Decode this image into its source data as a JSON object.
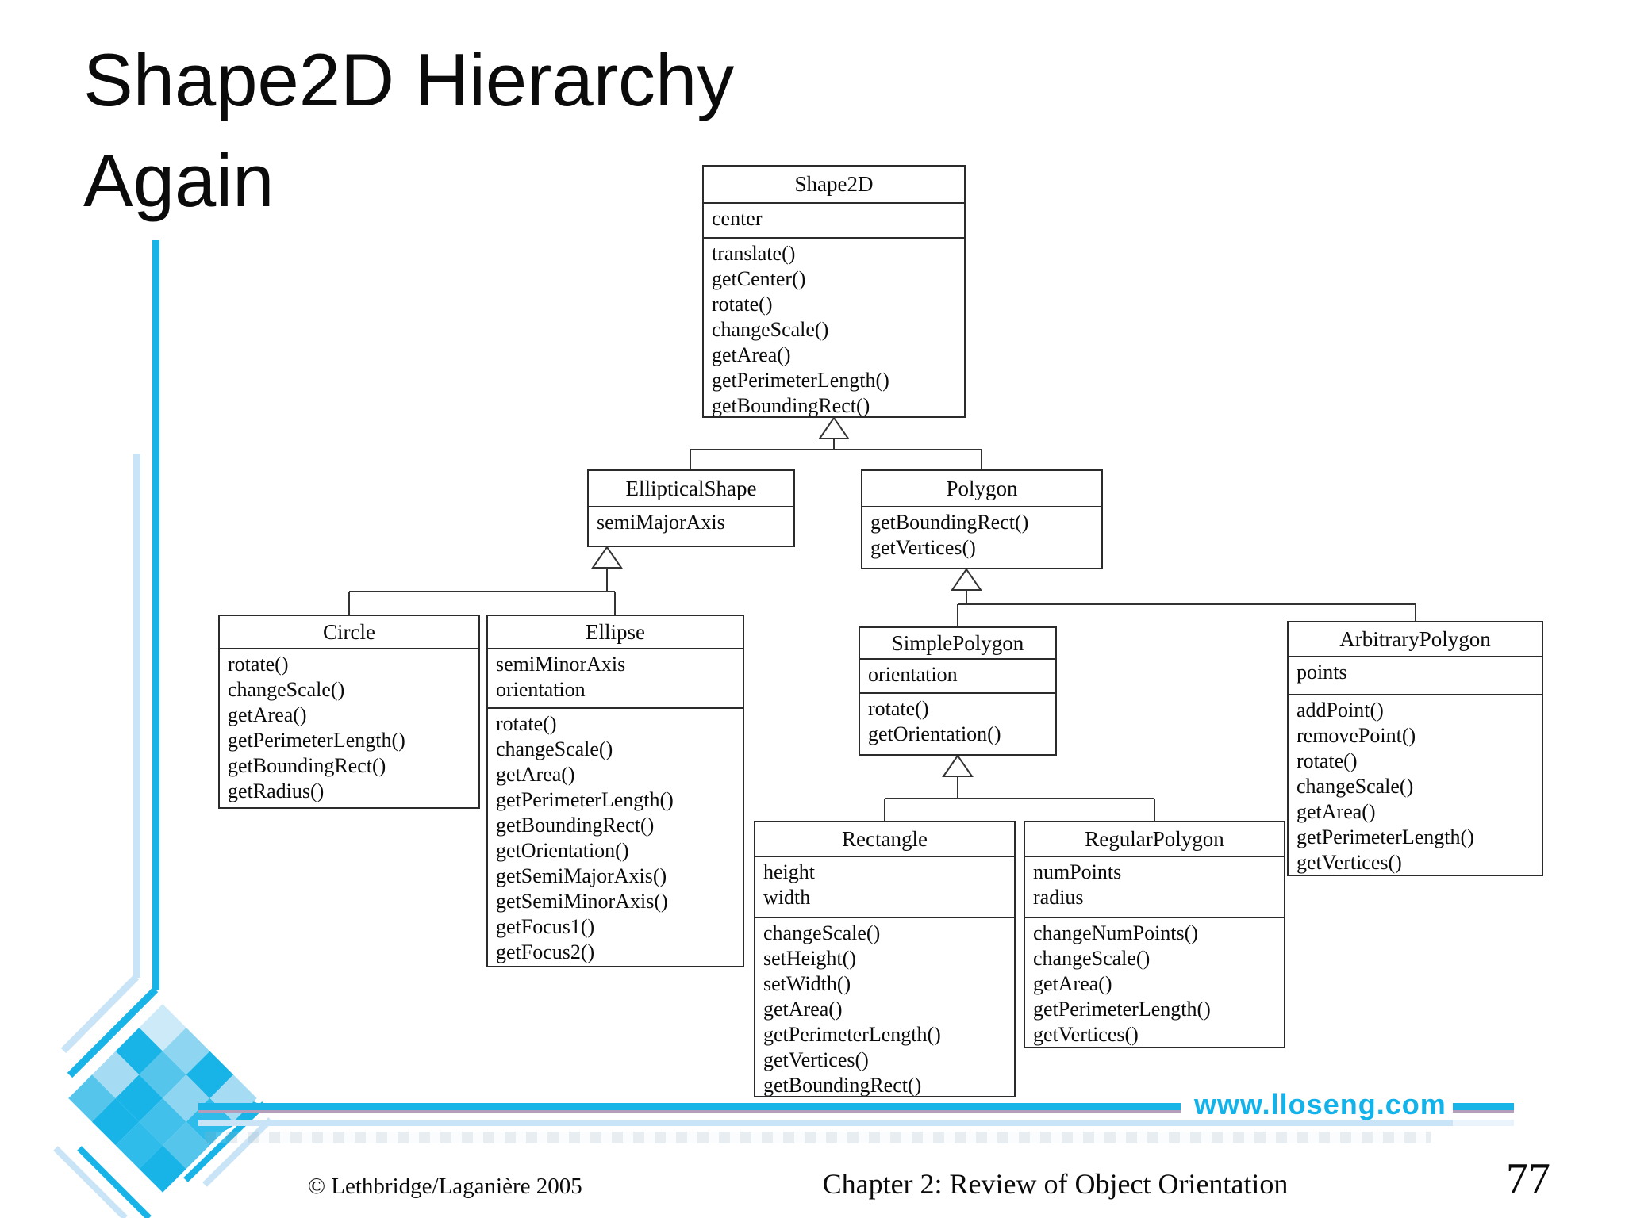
{
  "slide": {
    "title_line1": "Shape2D Hierarchy",
    "title_line2": "Again",
    "website": "www.lloseng.com",
    "footer": {
      "copyright": "© Lethbridge/Laganière 2005",
      "chapter": "Chapter 2: Review of Object Orientation",
      "page_number": "77"
    }
  },
  "colors": {
    "accent_cyan": "#18b4e8",
    "light_blue": "#c9e4f6",
    "pale_blue": "#e9f4fc",
    "purple_line": "#b39dbb",
    "box_border": "#2b2b2b",
    "website_color": "#12b2ea"
  },
  "diagram": {
    "classes": [
      {
        "name": "Shape2D",
        "attributes": [
          "center"
        ],
        "methods": [
          "translate()",
          "getCenter()",
          "rotate()",
          "changeScale()",
          "getArea()",
          "getPerimeterLength()",
          "getBoundingRect()"
        ]
      },
      {
        "name": "EllipticalShape",
        "attributes": [
          "semiMajorAxis"
        ],
        "methods": []
      },
      {
        "name": "Polygon",
        "attributes": [],
        "methods": [
          "getBoundingRect()",
          "getVertices()"
        ]
      },
      {
        "name": "Circle",
        "attributes": [],
        "methods": [
          "rotate()",
          "changeScale()",
          "getArea()",
          "getPerimeterLength()",
          "getBoundingRect()",
          "getRadius()"
        ]
      },
      {
        "name": "Ellipse",
        "attributes": [
          "semiMinorAxis",
          "orientation"
        ],
        "methods": [
          "rotate()",
          "changeScale()",
          "getArea()",
          "getPerimeterLength()",
          "getBoundingRect()",
          "getOrientation()",
          "getSemiMajorAxis()",
          "getSemiMinorAxis()",
          "getFocus1()",
          "getFocus2()"
        ]
      },
      {
        "name": "SimplePolygon",
        "attributes": [
          "orientation"
        ],
        "methods": [
          "rotate()",
          "getOrientation()"
        ]
      },
      {
        "name": "ArbitraryPolygon",
        "attributes": [
          "points"
        ],
        "methods": [
          "addPoint()",
          "removePoint()",
          "rotate()",
          "changeScale()",
          "getArea()",
          "getPerimeterLength()",
          "getVertices()"
        ]
      },
      {
        "name": "Rectangle",
        "attributes": [
          "height",
          "width"
        ],
        "methods": [
          "changeScale()",
          "setHeight()",
          "setWidth()",
          "getArea()",
          "getPerimeterLength()",
          "getVertices()",
          "getBoundingRect()"
        ]
      },
      {
        "name": "RegularPolygon",
        "attributes": [
          "numPoints",
          "radius"
        ],
        "methods": [
          "changeNumPoints()",
          "changeScale()",
          "getArea()",
          "getPerimeterLength()",
          "getVertices()"
        ]
      }
    ],
    "relationships": [
      {
        "from": "EllipticalShape",
        "to": "Shape2D",
        "type": "generalization"
      },
      {
        "from": "Polygon",
        "to": "Shape2D",
        "type": "generalization"
      },
      {
        "from": "Circle",
        "to": "EllipticalShape",
        "type": "generalization"
      },
      {
        "from": "Ellipse",
        "to": "EllipticalShape",
        "type": "generalization"
      },
      {
        "from": "SimplePolygon",
        "to": "Polygon",
        "type": "generalization"
      },
      {
        "from": "ArbitraryPolygon",
        "to": "Polygon",
        "type": "generalization"
      },
      {
        "from": "Rectangle",
        "to": "SimplePolygon",
        "type": "generalization"
      },
      {
        "from": "RegularPolygon",
        "to": "SimplePolygon",
        "type": "generalization"
      }
    ]
  }
}
